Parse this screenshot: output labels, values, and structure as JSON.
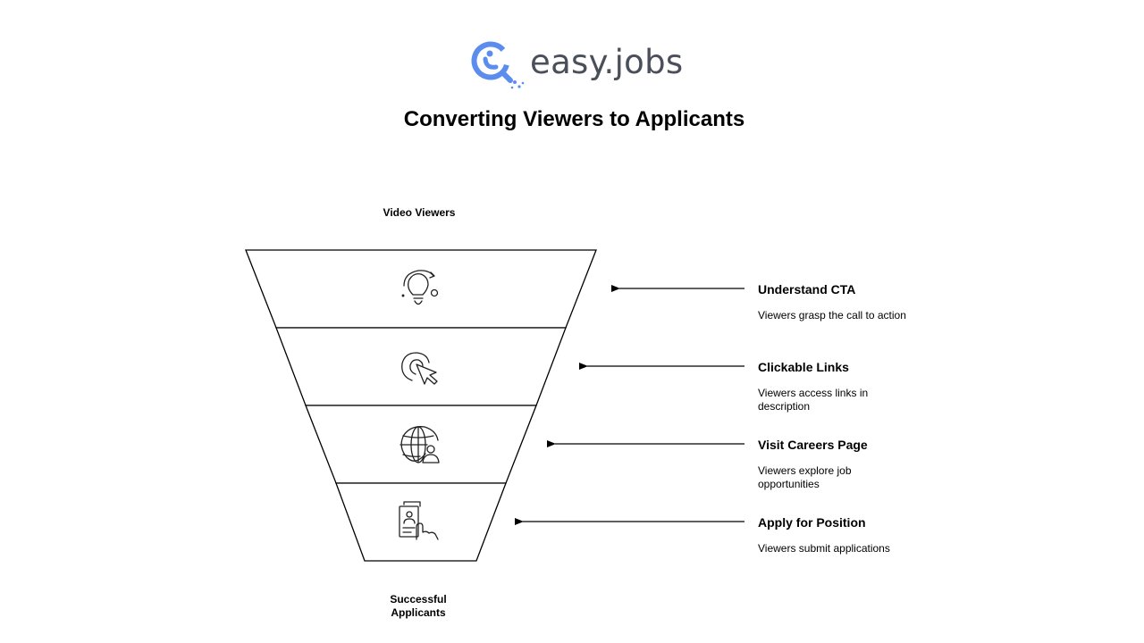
{
  "brand": {
    "name": "easy.jobs",
    "logo_icon": "magnifier-person-icon",
    "colors": {
      "icon": "#5b8def",
      "text": "#4a4f5a"
    }
  },
  "diagram": {
    "title": "Converting Viewers to Applicants",
    "top_label": "Video Viewers",
    "bottom_label": "Successful Applicants",
    "stages": [
      {
        "title": "Understand CTA",
        "description": "Viewers grasp the call to action",
        "icon": "lightbulb-icon"
      },
      {
        "title": "Clickable Links",
        "description": "Viewers access links in description",
        "icon": "cursor-click-icon"
      },
      {
        "title": "Visit Careers Page",
        "description": "Viewers explore job opportunities",
        "icon": "globe-user-icon"
      },
      {
        "title": "Apply for Position",
        "description": "Viewers submit applications",
        "icon": "application-hand-icon"
      }
    ]
  }
}
